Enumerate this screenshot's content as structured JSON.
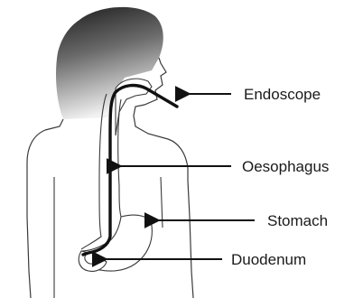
{
  "labels": {
    "endoscope": "Endoscope",
    "oesophagus": "Oesophagus",
    "stomach": "Stomach",
    "duodenum": "Duodenum"
  },
  "colors": {
    "hair_dark": "#1c1c1c",
    "hair_light": "#f2f2f2",
    "outline": "#3a3a3a",
    "tube": "#111111",
    "organ_fill": "#ffffff"
  },
  "icons": {
    "pointer": "arrow-left-icon"
  }
}
